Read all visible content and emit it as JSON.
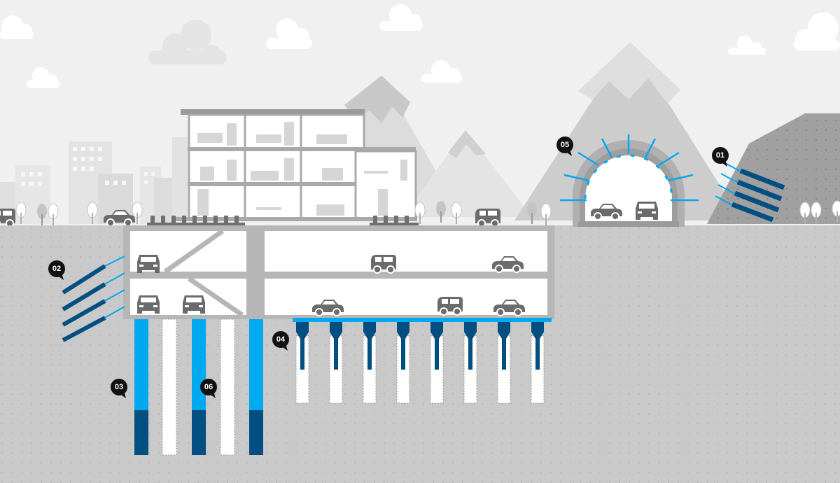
{
  "colors": {
    "sky": "#f0f0f0",
    "ground": "#c9c9c9",
    "ground_dots": "#b3b3b3",
    "mountain_light": "#dcdcdc",
    "mountain_dark": "#c4c4c4",
    "snow": "#ebebeb",
    "building_outline": "#a9a9a9",
    "structure": "#b6b6b6",
    "interior": "#ffffff",
    "accent_blue": "#00a9f0",
    "dark_blue": "#004f80",
    "car": "#6b6b6b",
    "marker": "#111111"
  },
  "icons": [
    "car-icon",
    "suv-icon",
    "van-icon",
    "tree-icon",
    "cloud-icon",
    "mountain-icon",
    "sofa-icon",
    "bed-icon",
    "table-icon"
  ],
  "markers": {
    "m01": "01",
    "m02": "02",
    "m03": "03",
    "m04": "04",
    "m05": "05",
    "m06": "06"
  }
}
